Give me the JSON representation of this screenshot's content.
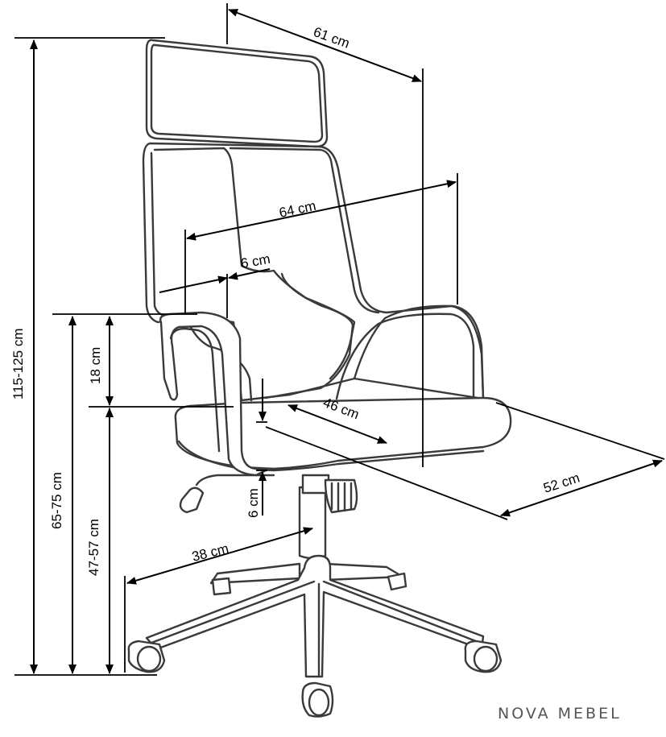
{
  "dimensions": {
    "total_height": "115-125 cm",
    "armrest_height": "65-75 cm",
    "seat_height": "47-57 cm",
    "armrest_gap": "18 cm",
    "depth": "61 cm",
    "backrest_width": "64 cm",
    "armrest_width": "6 cm",
    "seat_depth": "46 cm",
    "seat_width": "52 cm",
    "seat_thickness": "6 cm",
    "base_radius": "38 cm"
  },
  "brand": {
    "name": "NOVA MEBEL"
  },
  "colors": {
    "lines": "#000000",
    "chair_outline": "#3a3a3a",
    "brand": "#555555"
  }
}
